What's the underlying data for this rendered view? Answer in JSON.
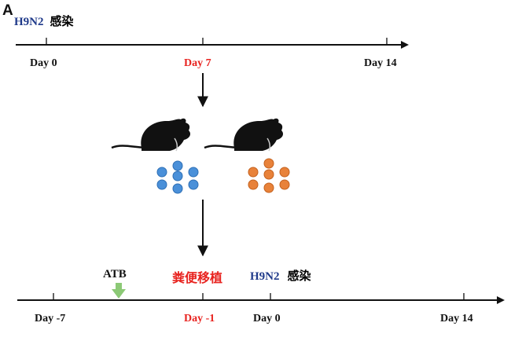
{
  "panel_label": "A",
  "top_timeline": {
    "header": {
      "virus": "H9N2",
      "event": "感染"
    },
    "days": [
      "Day 0",
      "Day 7",
      "Day 14"
    ]
  },
  "bottom_timeline": {
    "atb_label": "ATB",
    "fmt_label": "粪便移植",
    "infection": {
      "virus": "H9N2",
      "event": "感染"
    },
    "days": [
      "Day -7",
      "Day -1",
      "Day 0",
      "Day 14"
    ]
  },
  "colors": {
    "highlight_red": "#e8231f",
    "virus_navy": "#1f3a8a",
    "donor_dots": "#4a90d9",
    "recipient_dots": "#e8823a",
    "atb_arrow": "#8cc976"
  },
  "icons": [
    "mouse-icon",
    "mouse-icon",
    "down-arrow-icon",
    "down-arrow-icon",
    "green-arrow-icon"
  ]
}
